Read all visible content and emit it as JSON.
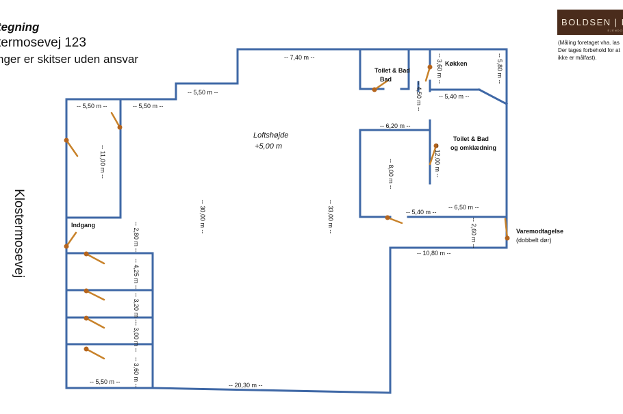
{
  "header": {
    "title": "tegning",
    "address": "termosevej 123",
    "note": "nger er skitser uden ansvar"
  },
  "street_label": "Klostermosevej",
  "logo": {
    "text": "BOLDSEN | ER",
    "color": "#4a2c1c"
  },
  "disclaimer": "(Måling foretaget vha. las Der tages forbehold for at ikke er målfast).",
  "colors": {
    "wall": "#3f68a6",
    "door": "#c8822a",
    "hinge": "#b5651d"
  },
  "rooms": {
    "toilet_bad_1": "Toilet & Bad",
    "kokken": "Køkken",
    "toilet_bad_2_line1": "Toilet & Bad",
    "toilet_bad_2_line2": "og omklædning",
    "indgang": "Indgang",
    "varemodtagelse": "Varemodtagelse",
    "varemodtagelse_sub": "(dobbelt dør)",
    "loftshojde_label": "Loftshøjde",
    "loftshojde_value": "+5,00 m"
  },
  "dimensions": {
    "d_7_40": "-- 7,40 m --",
    "d_5_50_top": "-- 5,50 m --",
    "d_5_50_left": "-- 5,50 m --",
    "d_5_50_mid": "-- 5,50 m --",
    "d_3_60_kitchen": "-- 3,60 m --",
    "d_5_80": "-- 5,80 m --",
    "d_4_50": "-- 4,50 m --",
    "d_5_40_top": "-- 5,40 m --",
    "d_6_20": "-- 6,20 m --",
    "d_12_00": "-- 12,00 m --",
    "d_8_00": "-- 8,00 m --",
    "d_5_40_bottom": "-- 5,40 m --",
    "d_6_50": "-- 6,50 m --",
    "d_2_60": "-- 2,60 m --",
    "d_10_80": "-- 10,80 m --",
    "d_11_00": "-- 11,00 m --",
    "d_30_00": "-- 30,00 m --",
    "d_33_00": "-- 33,00 m --",
    "d_2_80": "-- 2,80 m --",
    "d_4_25": "-- 4,25 m --",
    "d_3_20": "-- 3,20 m --",
    "d_3_00": "-- 3,00 m --",
    "d_3_60_bottom": "-- 3,60 m --",
    "d_5_50_bottom": "-- 5,50 m --",
    "d_20_30": "-- 20,30 m --"
  }
}
